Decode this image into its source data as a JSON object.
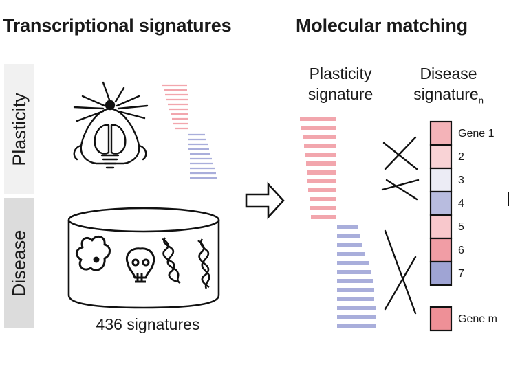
{
  "headings": {
    "left": "Transcriptional signatures",
    "right": "Molecular matching"
  },
  "side_labels": {
    "plasticity": "Plasticity",
    "disease": "Disease"
  },
  "database_caption": "436 signatures",
  "columns": {
    "plasticity_line1": "Plasticity",
    "plasticity_line2": "signature",
    "disease_line1": "Disease",
    "disease_line2": "signature",
    "disease_subscript": "n"
  },
  "genes": [
    {
      "label": "Gene 1",
      "color": "#f4b3b8"
    },
    {
      "label": "2",
      "color": "#f9d3d6"
    },
    {
      "label": "3",
      "color": "#ececf5"
    },
    {
      "label": "4",
      "color": "#b8bcdf"
    },
    {
      "label": "5",
      "color": "#f8c8cc"
    },
    {
      "label": "6",
      "color": "#f19da5"
    },
    {
      "label": "7",
      "color": "#9fa4d4"
    }
  ],
  "gene_m": {
    "label": "Gene m",
    "color": "#ee9097"
  },
  "colors": {
    "up": "#f2a6ad",
    "down": "#a9aedb",
    "band_light": "#f1f1f1",
    "band_dark": "#dcdcdc"
  }
}
